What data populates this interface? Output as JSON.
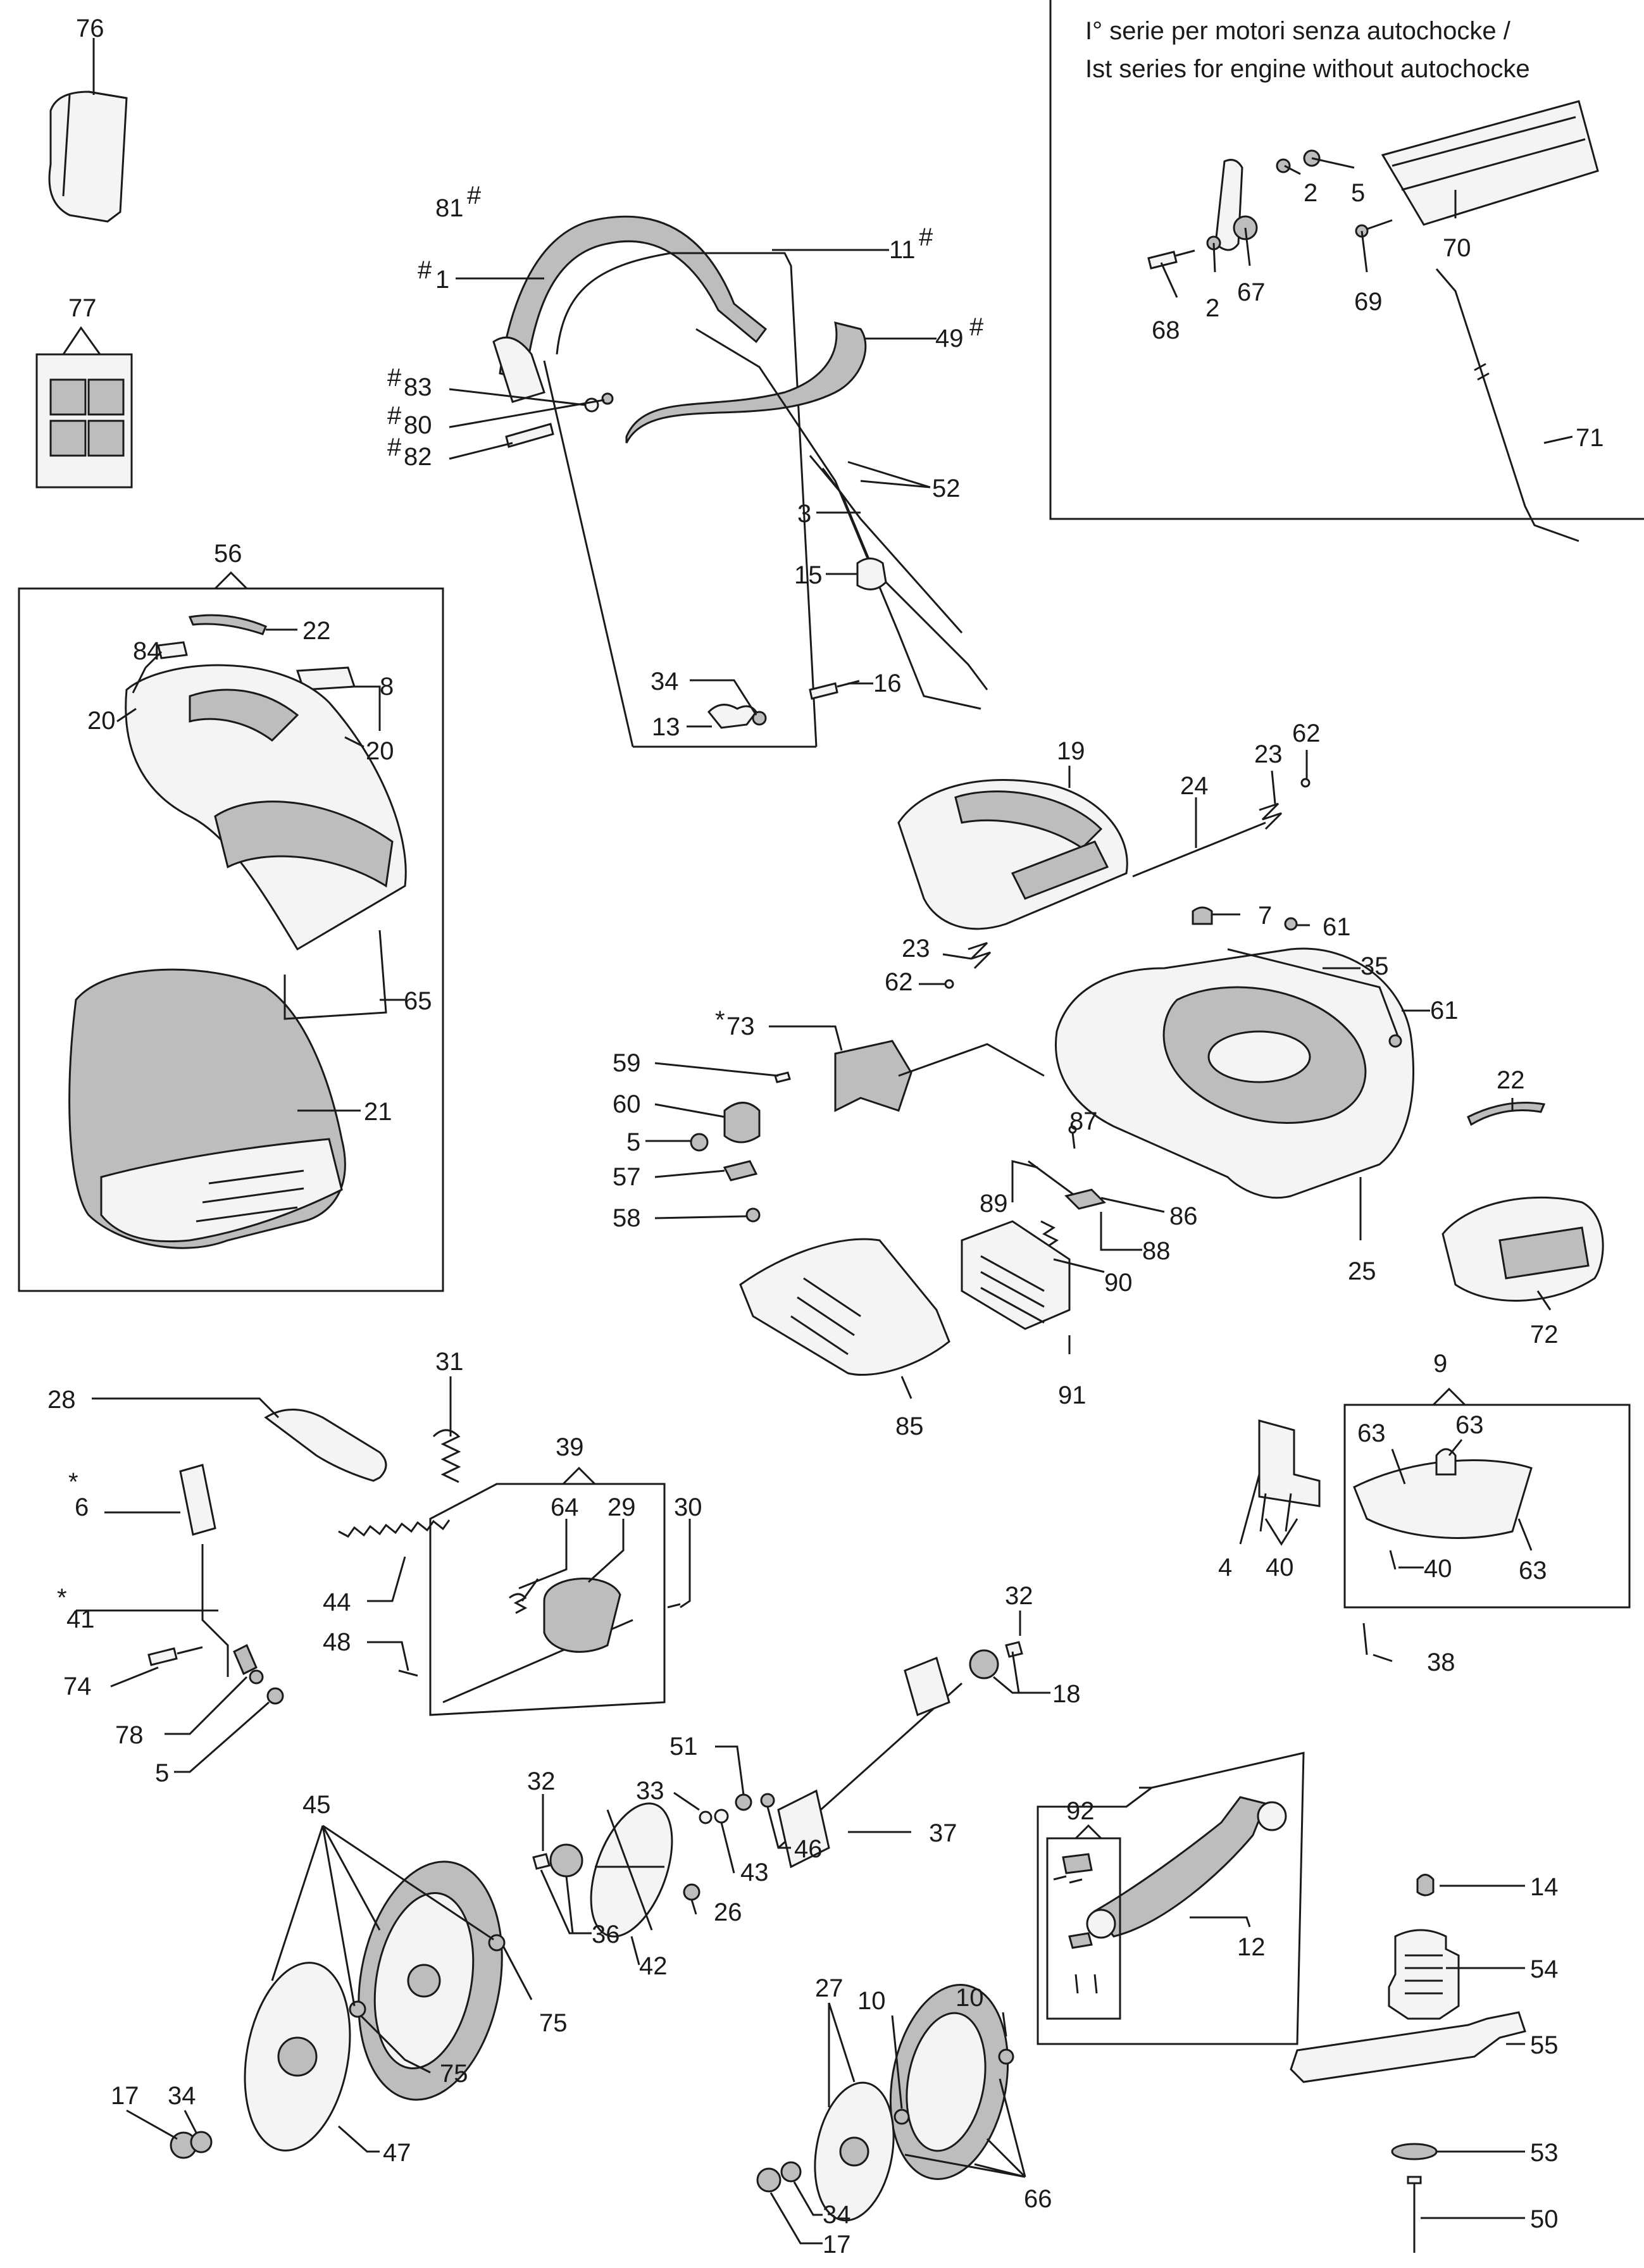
{
  "inset": {
    "line1": "I° serie per motori senza autochocke /",
    "line2": "Ist series for engine without autochocke",
    "labels": [
      "2",
      "5",
      "70",
      "68",
      "2",
      "67",
      "69",
      "71"
    ]
  },
  "labels": {
    "l76": "76",
    "l77": "77",
    "l81": "81",
    "l1": "1",
    "l11": "11",
    "l49": "49",
    "l83": "83",
    "l80": "80",
    "l82": "82",
    "l52": "52",
    "l3": "3",
    "l15": "15",
    "l34a": "34",
    "l16": "16",
    "l13": "13",
    "l56": "56",
    "l22a": "22",
    "l84": "84",
    "l8": "8",
    "l20a": "20",
    "l20b": "20",
    "l65": "65",
    "l21": "21",
    "l19": "19",
    "l24": "24",
    "l23a": "23",
    "l62a": "62",
    "l7": "7",
    "l61a": "61",
    "l23b": "23",
    "l62b": "62",
    "l35": "35",
    "l61b": "61",
    "l73": "73",
    "l59": "59",
    "l60": "60",
    "l5a": "5",
    "l57": "57",
    "l58": "58",
    "l87": "87",
    "l89": "89",
    "l86": "86",
    "l88": "88",
    "l90": "90",
    "l25": "25",
    "l22b": "22",
    "l72": "72",
    "l85": "85",
    "l91": "91",
    "l31": "31",
    "l28": "28",
    "l39": "39",
    "l6": "6",
    "l64": "64",
    "l29": "29",
    "l30": "30",
    "l44": "44",
    "l41": "41",
    "l48": "48",
    "l74": "74",
    "l78": "78",
    "l5b": "5",
    "l9": "9",
    "l63a": "63",
    "l63b": "63",
    "l63c": "63",
    "l4": "4",
    "l40a": "40",
    "l40b": "40",
    "l38": "38",
    "l32a": "32",
    "l18": "18",
    "l51": "51",
    "l33": "33",
    "l37": "37",
    "l46": "46",
    "l43": "43",
    "l45": "45",
    "l32b": "32",
    "l26": "26",
    "l36": "36",
    "l42": "42",
    "l75a": "75",
    "l75b": "75",
    "l92": "92",
    "l12": "12",
    "l14": "14",
    "l54": "54",
    "l55": "55",
    "l10a": "10",
    "l27": "27",
    "l10b": "10",
    "l66": "66",
    "l17a": "17",
    "l34b": "34",
    "l47": "47",
    "l34c": "34",
    "l17b": "17",
    "l53": "53",
    "l50": "50"
  },
  "marks": {
    "hash": "#",
    "star": "*"
  }
}
